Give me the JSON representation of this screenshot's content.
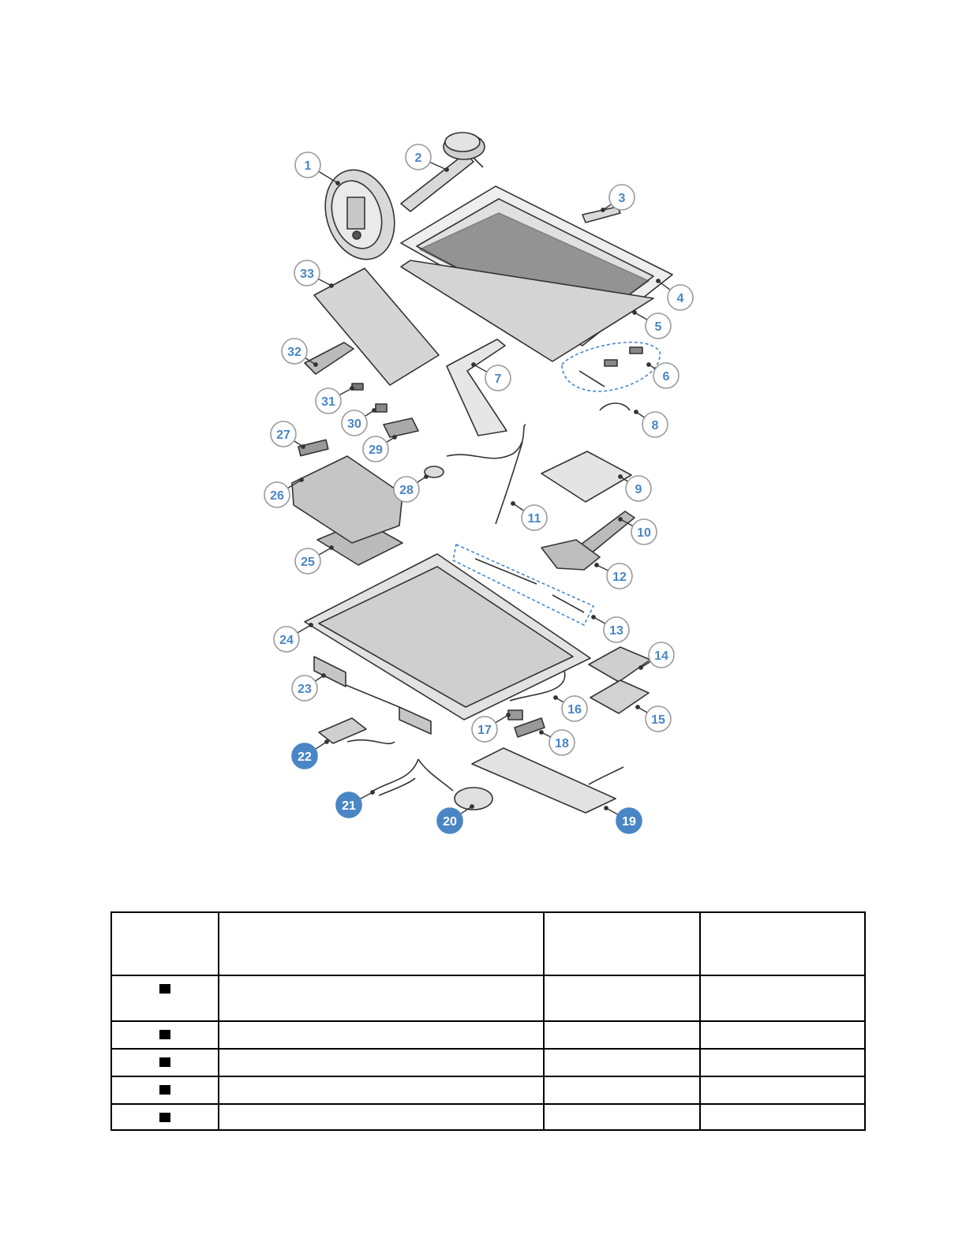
{
  "figure": {
    "colors": {
      "callout_fill": "#ffffff",
      "callout_fill_solid": "#4a86c5",
      "callout_stroke": "#4a86c5",
      "callout_text": "#4a86c5",
      "line": "#333333",
      "part_fill": "#d9d9d9"
    },
    "callouts": [
      {
        "label": "1"
      },
      {
        "label": "2"
      },
      {
        "label": "3"
      },
      {
        "label": "4"
      },
      {
        "label": "5"
      },
      {
        "label": "6"
      },
      {
        "label": "7"
      },
      {
        "label": "8"
      },
      {
        "label": "9"
      },
      {
        "label": "10"
      },
      {
        "label": "11"
      },
      {
        "label": "12"
      },
      {
        "label": "13"
      },
      {
        "label": "14"
      },
      {
        "label": "15"
      },
      {
        "label": "16"
      },
      {
        "label": "17"
      },
      {
        "label": "18"
      },
      {
        "label": "19",
        "filled": true
      },
      {
        "label": "20",
        "filled": true
      },
      {
        "label": "21",
        "filled": true
      },
      {
        "label": "22",
        "filled": true
      },
      {
        "label": "23"
      },
      {
        "label": "24"
      },
      {
        "label": "25"
      },
      {
        "label": "26"
      },
      {
        "label": "27"
      },
      {
        "label": "28"
      },
      {
        "label": "29"
      },
      {
        "label": "30"
      },
      {
        "label": "31"
      },
      {
        "label": "32"
      },
      {
        "label": "33"
      }
    ]
  },
  "table": {
    "header": [
      "",
      "",
      "",
      ""
    ],
    "rows": [
      {
        "marker": true,
        "cells": [
          "",
          "",
          ""
        ]
      },
      {
        "marker": true,
        "cells": [
          "",
          "",
          ""
        ]
      },
      {
        "marker": true,
        "cells": [
          "",
          "",
          ""
        ]
      },
      {
        "marker": true,
        "cells": [
          "",
          "",
          ""
        ]
      },
      {
        "marker": true,
        "cells": [
          "",
          "",
          ""
        ]
      }
    ]
  }
}
